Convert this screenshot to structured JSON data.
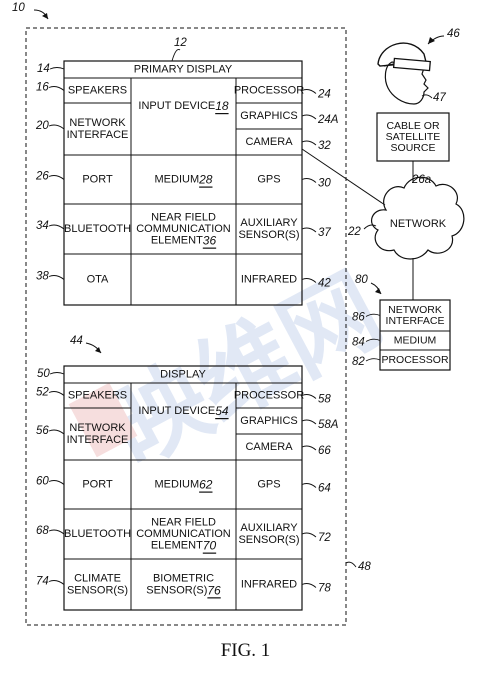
{
  "figure": {
    "caption": "FIG. 1",
    "system_ref": "10",
    "dashed_ref": "48",
    "watermark_text": "映维网",
    "watermark_color": "#c9d7ee",
    "watermark_accent": "#f0c4c4"
  },
  "primary_device": {
    "ref": "12",
    "display": {
      "ref": "14",
      "label": "PRIMARY DISPLAY"
    },
    "cells": [
      {
        "id": "speakers",
        "label": "SPEAKERS",
        "ref": "16"
      },
      {
        "id": "network-interface",
        "label": "NETWORK\nINTERFACE",
        "ref": "20"
      },
      {
        "id": "port",
        "label": "PORT",
        "ref": "26"
      },
      {
        "id": "bluetooth",
        "label": "BLUETOOTH",
        "ref": "34"
      },
      {
        "id": "ota",
        "label": "OTA",
        "ref": "38"
      },
      {
        "id": "input-device",
        "label": "INPUT DEVICE",
        "ref": "18",
        "ref_underlined": true
      },
      {
        "id": "medium",
        "label": "MEDIUM",
        "ref": "28",
        "ref_underlined": true
      },
      {
        "id": "nfc",
        "label": "NEAR FIELD\nCOMMUNICATION\nELEMENT",
        "ref": "36",
        "ref_underlined": true
      },
      {
        "id": "processor",
        "label": "PROCESSOR",
        "ref": "24"
      },
      {
        "id": "graphics",
        "label": "GRAPHICS",
        "ref": "24A"
      },
      {
        "id": "camera",
        "label": "CAMERA",
        "ref": "32"
      },
      {
        "id": "gps",
        "label": "GPS",
        "ref": "30"
      },
      {
        "id": "aux-sensor",
        "label": "AUXILIARY\nSENSOR(S)",
        "ref": "37"
      },
      {
        "id": "infrared",
        "label": "INFRARED",
        "ref": "42"
      }
    ]
  },
  "secondary_device": {
    "ref": "44",
    "display": {
      "ref": "50",
      "label": "DISPLAY"
    },
    "cells": [
      {
        "id": "speakers",
        "label": "SPEAKERS",
        "ref": "52"
      },
      {
        "id": "network-interface",
        "label": "NETWORK\nINTERFACE",
        "ref": "56"
      },
      {
        "id": "port",
        "label": "PORT",
        "ref": "60"
      },
      {
        "id": "bluetooth",
        "label": "BLUETOOTH",
        "ref": "68"
      },
      {
        "id": "climate-sensor",
        "label": "CLIMATE\nSENSOR(S)",
        "ref": "74"
      },
      {
        "id": "input-device",
        "label": "INPUT DEVICE",
        "ref": "54",
        "ref_underlined": true
      },
      {
        "id": "medium",
        "label": "MEDIUM",
        "ref": "62",
        "ref_underlined": true
      },
      {
        "id": "nfc",
        "label": "NEAR FIELD\nCOMMUNICATION\nELEMENT",
        "ref": "70",
        "ref_underlined": true
      },
      {
        "id": "biometric-sensor",
        "label": "BIOMETRIC\nSENSOR(S)",
        "ref": "76",
        "ref_underlined": true
      },
      {
        "id": "processor",
        "label": "PROCESSOR",
        "ref": "58"
      },
      {
        "id": "graphics",
        "label": "GRAPHICS",
        "ref": "58A"
      },
      {
        "id": "camera",
        "label": "CAMERA",
        "ref": "66"
      },
      {
        "id": "gps",
        "label": "GPS",
        "ref": "64"
      },
      {
        "id": "aux-sensor",
        "label": "AUXILIARY\nSENSOR(S)",
        "ref": "72"
      },
      {
        "id": "infrared",
        "label": "INFRARED",
        "ref": "78"
      }
    ]
  },
  "network": {
    "label": "NETWORK",
    "ref": "22"
  },
  "source": {
    "label": "CABLE OR\nSATELLITE\nSOURCE",
    "ref": "26a"
  },
  "headset": {
    "ref_head": "46",
    "ref_face": "47"
  },
  "server": {
    "ref": "80",
    "rows": [
      {
        "id": "network-interface",
        "label": "NETWORK\nINTERFACE",
        "ref": "86"
      },
      {
        "id": "medium",
        "label": "MEDIUM",
        "ref": "84"
      },
      {
        "id": "processor",
        "label": "PROCESSOR",
        "ref": "82"
      }
    ]
  }
}
